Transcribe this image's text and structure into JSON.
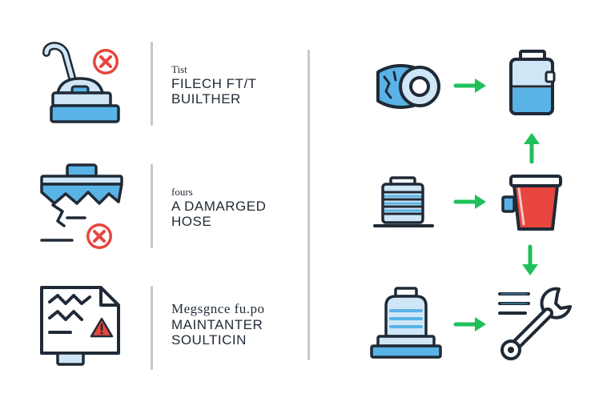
{
  "left_items": [
    {
      "small": "Tist",
      "line1": "FILECH FT/T",
      "line2": "BUILTHER",
      "icon": "vacuum-cleaner-icon",
      "status": "error-x-icon"
    },
    {
      "small": "fours",
      "line1": "A DAMARGED",
      "line2": "HOSE",
      "icon": "damaged-filter-icon",
      "status": "error-x-icon"
    },
    {
      "small": "",
      "line1": "Megsgnce fu.po",
      "line2": "MAINTANTER",
      "line3": "SOULTICIN",
      "icon": "document-warning-icon",
      "status": "warning-triangle-icon"
    }
  ],
  "right_icons": [
    "tape-roll-icon",
    "battery-container-icon",
    "radiator-icon",
    "red-bucket-icon",
    "filter-unit-icon",
    "wrench-icon"
  ],
  "colors": {
    "outline": "#1f2a36",
    "light_blue": "#cfe6f7",
    "blue": "#5ab3e6",
    "red": "#e8463e",
    "green": "#1fc05a",
    "divider": "#c4c8cc"
  }
}
